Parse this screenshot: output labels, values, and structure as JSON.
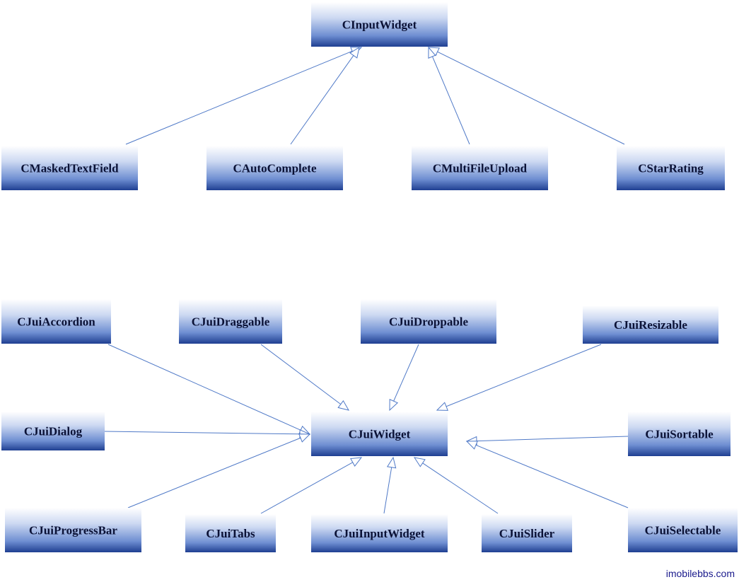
{
  "classes": {
    "cinputwidget": "CInputWidget",
    "cmaskedtextfield": "CMaskedTextField",
    "cautocomplete": "CAutoComplete",
    "cmultifileupload": "CMultiFileUpload",
    "cstarrating": "CStarRating",
    "cjuiaccordion": "CJuiAccordion",
    "cjuidraggable": "CJuiDraggable",
    "cjuidroppable": "CJuiDroppable",
    "cjuiresizable": "CJuiResizable",
    "cjuidialog": "CJuiDialog",
    "cjuiwidget": "CJuiWidget",
    "cjuisortable": "CJuiSortable",
    "cjuiprogressbar": "CJuiProgressBar",
    "cjuitabs": "CJuiTabs",
    "cjuiinputwidget": "CJuiInputWidget",
    "cjuislider": "CJuiSlider",
    "cjuiselectable": "CJuiSelectable"
  },
  "inheritance": [
    {
      "child": "cmaskedtextfield",
      "parent": "cinputwidget"
    },
    {
      "child": "cautocomplete",
      "parent": "cinputwidget"
    },
    {
      "child": "cmultifileupload",
      "parent": "cinputwidget"
    },
    {
      "child": "cstarrating",
      "parent": "cinputwidget"
    },
    {
      "child": "cjuiaccordion",
      "parent": "cjuiwidget"
    },
    {
      "child": "cjuidraggable",
      "parent": "cjuiwidget"
    },
    {
      "child": "cjuidroppable",
      "parent": "cjuiwidget"
    },
    {
      "child": "cjuiresizable",
      "parent": "cjuiwidget"
    },
    {
      "child": "cjuidialog",
      "parent": "cjuiwidget"
    },
    {
      "child": "cjuisortable",
      "parent": "cjuiwidget"
    },
    {
      "child": "cjuiprogressbar",
      "parent": "cjuiwidget"
    },
    {
      "child": "cjuitabs",
      "parent": "cjuiwidget"
    },
    {
      "child": "cjuiinputwidget",
      "parent": "cjuiwidget"
    },
    {
      "child": "cjuislider",
      "parent": "cjuiwidget"
    },
    {
      "child": "cjuiselectable",
      "parent": "cjuiwidget"
    }
  ],
  "colors": {
    "box_top": "#ffffff",
    "box_bottom": "#1f3f92",
    "connector": "#4f79c7"
  },
  "watermark": "imobilebbs.com"
}
